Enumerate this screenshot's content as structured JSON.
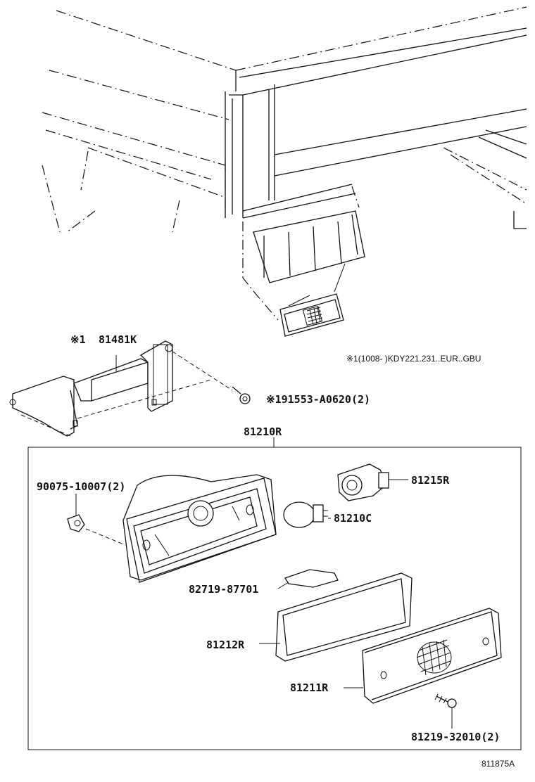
{
  "labels": {
    "p81481k": "81481K",
    "p81481k_mark": "※1",
    "p91553": "※191553-A0620(2)",
    "note": "※1(1008-      )KDY221.231..EUR..GBU",
    "p81210r": "81210R",
    "p90075": "90075-10007(2)",
    "p81215r": "81215R",
    "p81210c": "81210C",
    "p82719": "82719-87701",
    "p81212r": "81212R",
    "p81211r": "81211R",
    "p81219": "81219-32010(2)",
    "fig_id": "811875A"
  }
}
